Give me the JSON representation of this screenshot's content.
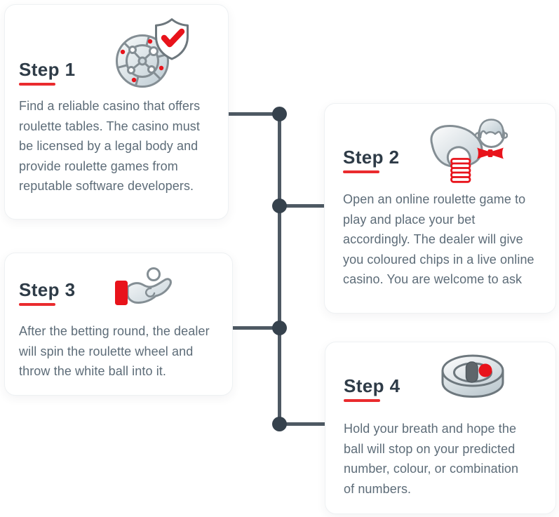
{
  "page": {
    "type": "infographic",
    "topic": "How to play online roulette — 4 steps"
  },
  "colors": {
    "page-bg": "#ffffff",
    "card-bg": "#ffffff",
    "card-border": "#eef1f3",
    "accent-red": "#ea2b2e",
    "icon-red": "#e8131b",
    "title-color": "#2e3b47",
    "body-color": "#5d6c78",
    "line-color": "#4e5963",
    "node-color": "#36424d",
    "icon-outline": "#848e94",
    "icon-outline-dark": "#6d777d",
    "icon-fill-light": "#f4f7f8",
    "icon-fill-dark": "#bfccd3"
  },
  "timeline": {
    "node_count": 4
  },
  "steps": [
    {
      "title": "Step 1",
      "icon": "roulette-chip-shield-icon",
      "body_lines": [
        "Find a reliable casino that offers",
        "roulette tables. The casino must",
        "be licensed by a legal body and",
        "provide roulette games from",
        "reputable software developers."
      ]
    },
    {
      "title": "Step 2",
      "icon": "dealer-hand-chips-icon",
      "body_lines": [
        "Open an online roulette game to",
        "play and place your bet",
        "accordingly. The dealer will give",
        "you coloured chips in a live online",
        "casino. You are welcome to ask"
      ]
    },
    {
      "title": "Step 3",
      "icon": "hand-holding-ball-icon",
      "body_lines": [
        "After the betting round, the dealer",
        "will spin the roulette wheel and",
        "throw the white ball into it."
      ]
    },
    {
      "title": "Step 4",
      "icon": "roulette-wheel-ball-icon",
      "body_lines": [
        "Hold your breath and hope the",
        "ball will stop on your predicted",
        "number, colour, or combination",
        "of numbers."
      ]
    }
  ]
}
